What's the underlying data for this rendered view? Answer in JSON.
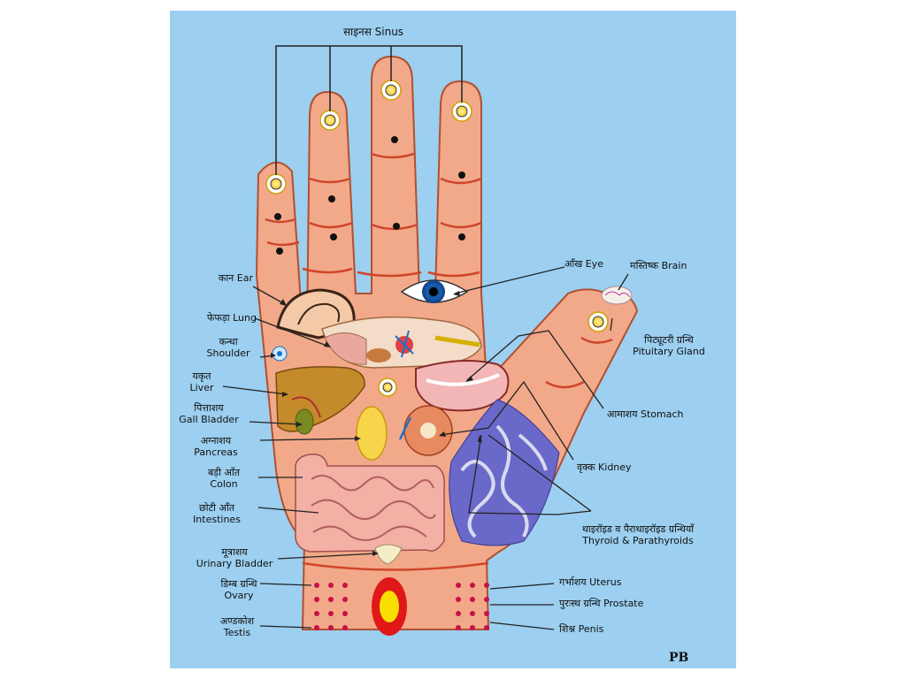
{
  "title": "साइनस Sinus",
  "labels": {
    "ear": {
      "hi": "कान",
      "en": "Ear"
    },
    "lung": {
      "hi": "फेफड़ा",
      "en": "Lung"
    },
    "shoulder": {
      "hi": "कन्धा",
      "en": "Shoulder"
    },
    "liver": {
      "hi": "यकृत",
      "en": "Liver"
    },
    "gall_bladder": {
      "hi": "पित्ताशय",
      "en": "Gall Bladder"
    },
    "pancreas": {
      "hi": "अग्नाशय",
      "en": "Pancreas"
    },
    "colon": {
      "hi": "बड़ी आँत",
      "en": "Colon"
    },
    "intestines": {
      "hi": "छोटी आँत",
      "en": "Intestines"
    },
    "urinary_bladder": {
      "hi": "मूत्राशय",
      "en": "Urinary Bladder"
    },
    "ovary": {
      "hi": "डिम्ब ग्रन्थि",
      "en": "Ovary"
    },
    "testis": {
      "hi": "अण्डकोश",
      "en": "Testis"
    },
    "eye": "आँख Eye",
    "brain": "मस्तिष्क Brain",
    "pituitary": {
      "hi": "पिट्यूटरी ग्रन्थि",
      "en": "Pituitary Gland"
    },
    "stomach": "आमाशय Stomach",
    "kidney": "वृक्क Kidney",
    "thyroid": {
      "hi": "थाइरॉइड व पैराथाइरॉइड ग्रन्थियाँ",
      "en": "Thyroid & Parathyroids"
    },
    "uterus": "गर्भाशय Uterus",
    "prostate": "पुरःस्थ ग्रन्थि Prostate",
    "penis": "शिश्न Penis"
  },
  "signature": "PB",
  "colors": {
    "background": "#9ccff0",
    "skin": "#f2a98a",
    "crease": "#d0452a",
    "point": "#111111"
  }
}
